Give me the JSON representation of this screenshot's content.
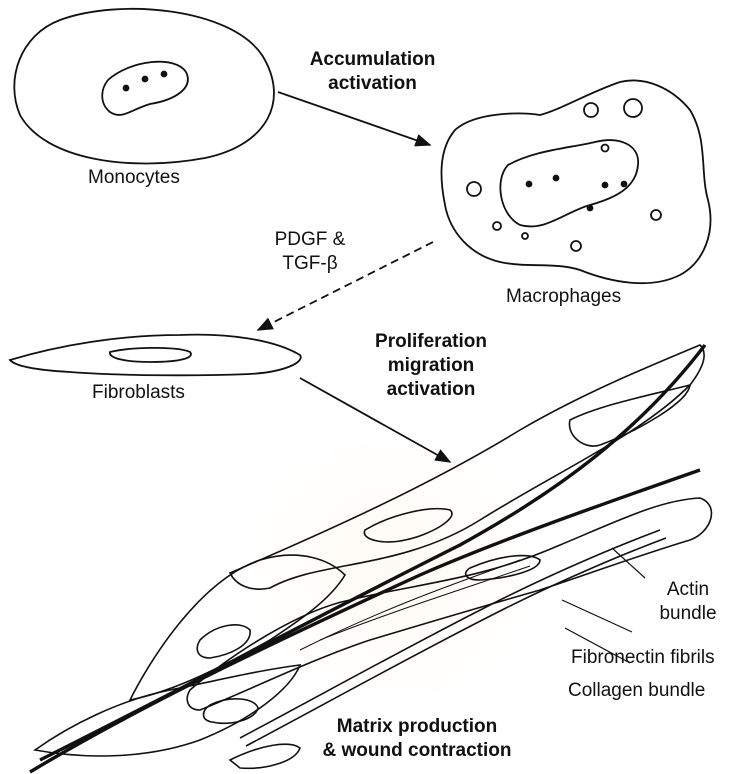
{
  "labels": {
    "step1": [
      "Accumulation",
      "activation"
    ],
    "cell_monocytes": "Monocytes",
    "cell_macrophages": "Macrophages",
    "growth_factors": [
      "PDGF &",
      "TGF-β"
    ],
    "cell_fibroblasts": "Fibroblasts",
    "step2": [
      "Proliferation",
      "migration",
      "activation"
    ],
    "actin": [
      "Actin",
      "bundle"
    ],
    "fibronectin": "Fibronectin fibrils",
    "collagen": "Collagen bundle",
    "step3": [
      "Matrix production",
      "& wound contraction"
    ]
  }
}
